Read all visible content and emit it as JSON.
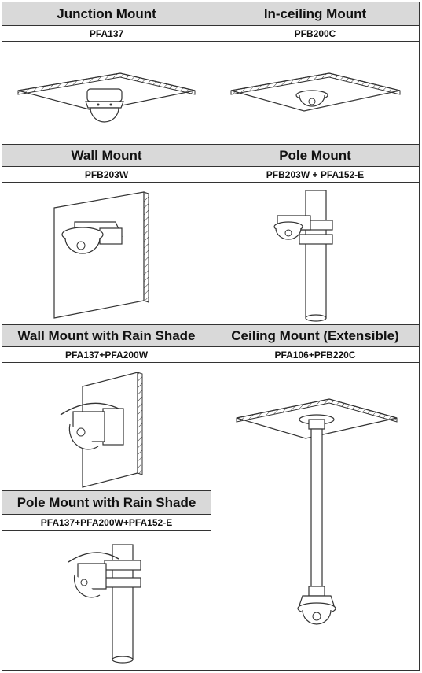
{
  "mounts": [
    {
      "title": "Junction Mount",
      "model": "PFA137"
    },
    {
      "title": "In-ceiling Mount",
      "model": "PFB200C"
    },
    {
      "title": "Wall Mount",
      "model": "PFB203W"
    },
    {
      "title": "Pole Mount",
      "model": "PFB203W + PFA152-E"
    },
    {
      "title": "Wall Mount with Rain Shade",
      "model": "PFA137+PFA200W"
    },
    {
      "title": "Ceiling Mount (Extensible)",
      "model": "PFA106+PFB220C"
    },
    {
      "title": "Pole Mount with Rain Shade",
      "model": "PFA137+PFA200W+PFA152-E"
    }
  ],
  "colors": {
    "header_bg": "#d9d9d9",
    "line": "#333333"
  }
}
